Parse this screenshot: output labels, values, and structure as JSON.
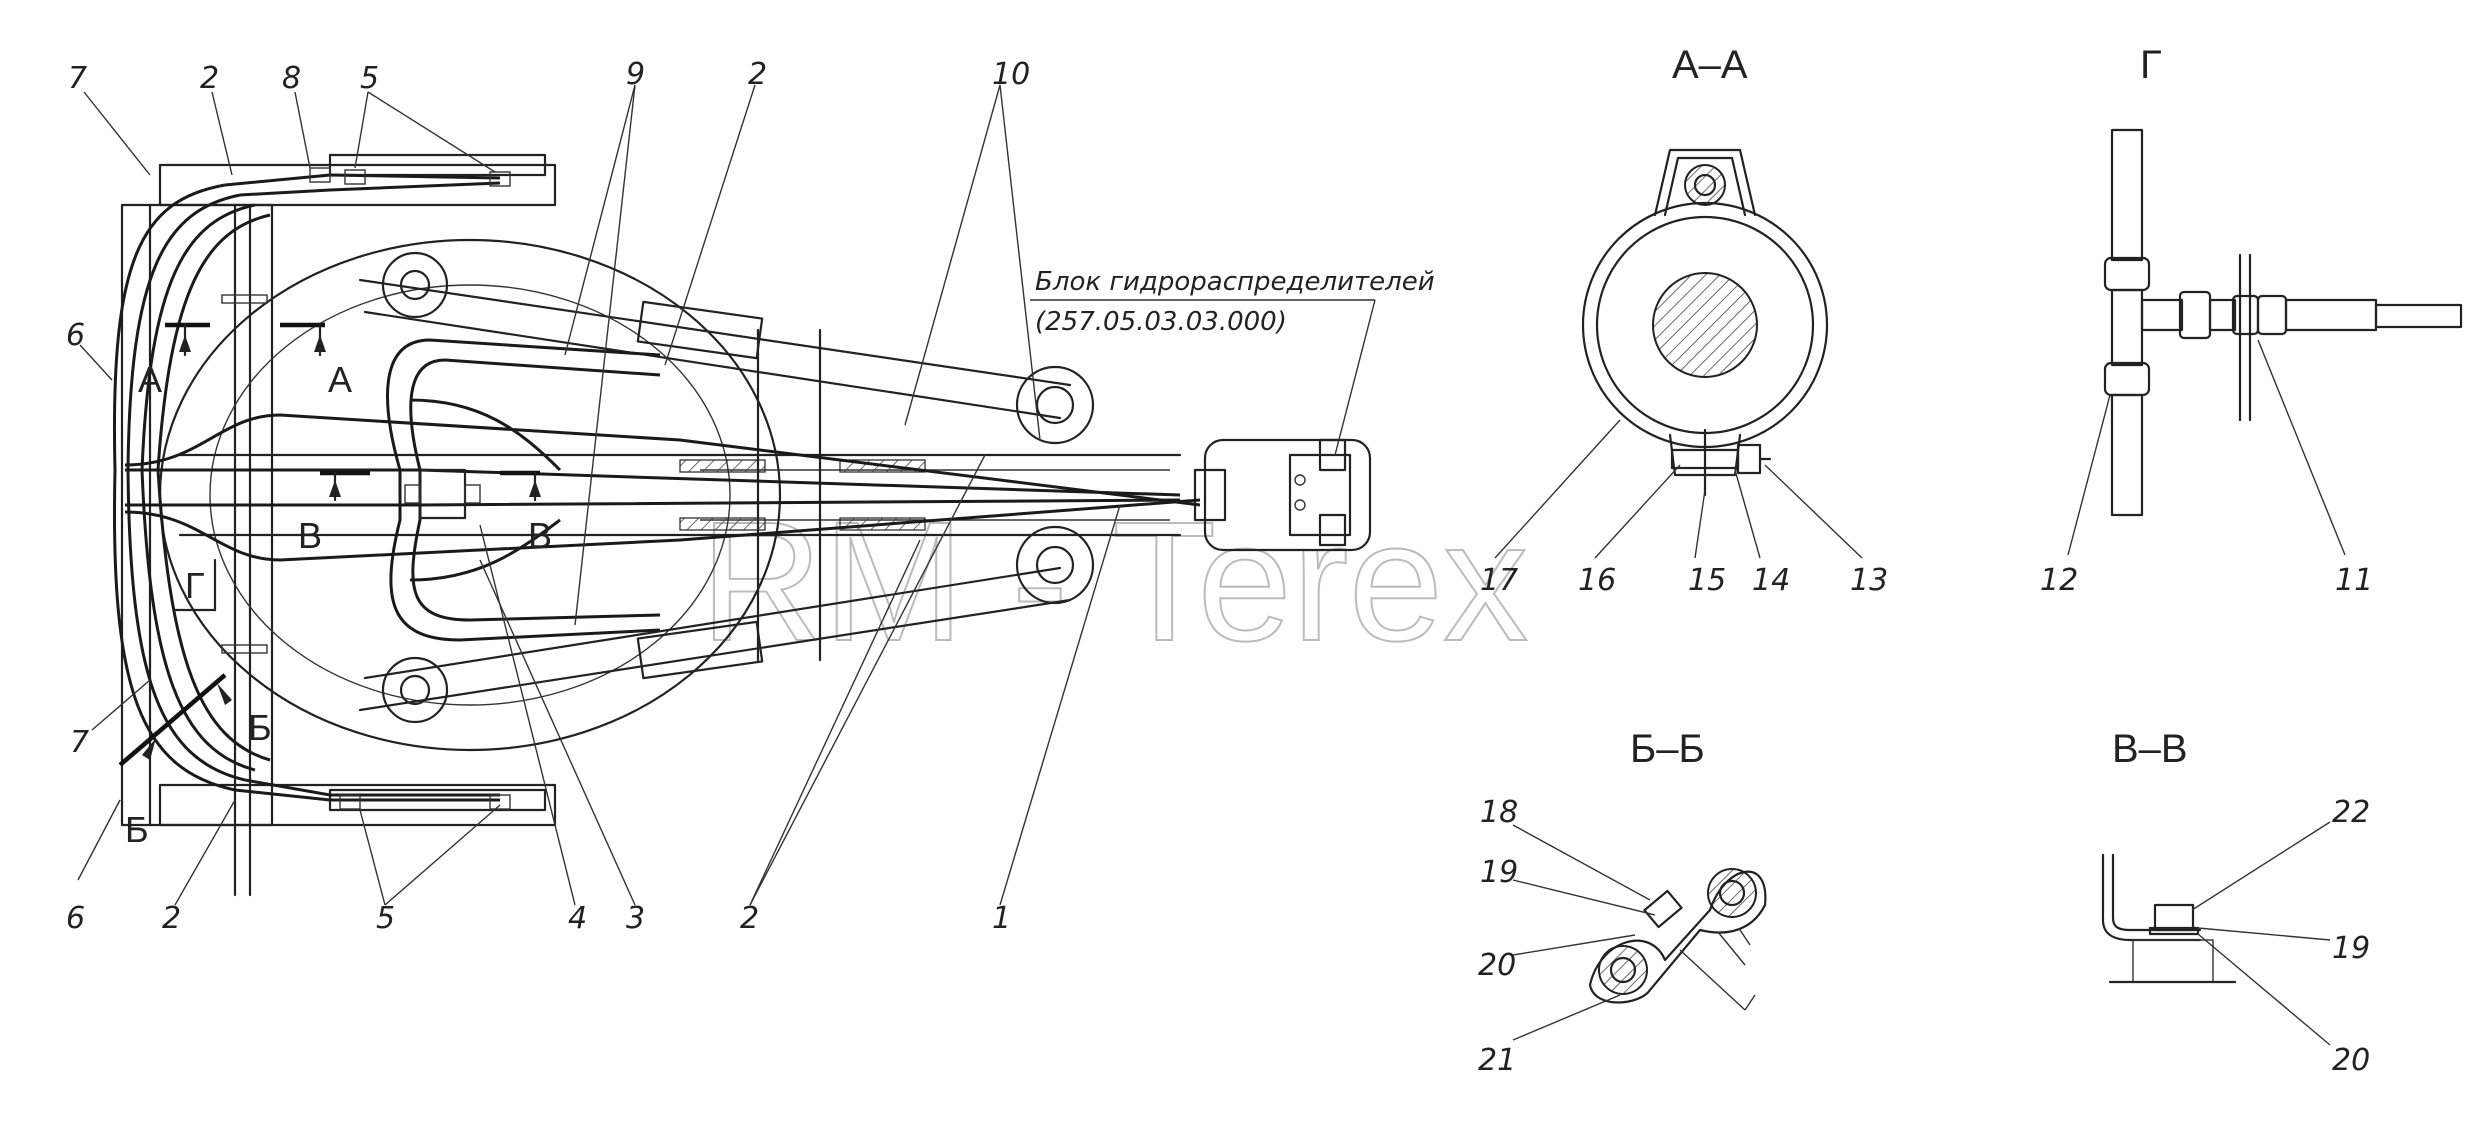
{
  "section_titles": {
    "aa": "А–А",
    "g": "Г",
    "bb": "Б–Б",
    "vv": "В–В"
  },
  "callout": {
    "line1": "Блок гидрораспределителей",
    "line2": "(257.05.03.03.000)"
  },
  "watermark": "RM - Terex",
  "section_letters": {
    "a": "А",
    "b": "Б",
    "v": "В",
    "g": "Г"
  },
  "part_numbers": {
    "n1": "1",
    "n2": "2",
    "n3": "3",
    "n4": "4",
    "n5": "5",
    "n6": "6",
    "n7": "7",
    "n8": "8",
    "n9": "9",
    "n10": "10",
    "n11": "11",
    "n12": "12",
    "n13": "13",
    "n14": "14",
    "n15": "15",
    "n16": "16",
    "n17": "17",
    "n18": "18",
    "n19": "19",
    "n20": "20",
    "n21": "21",
    "n22": "22"
  }
}
